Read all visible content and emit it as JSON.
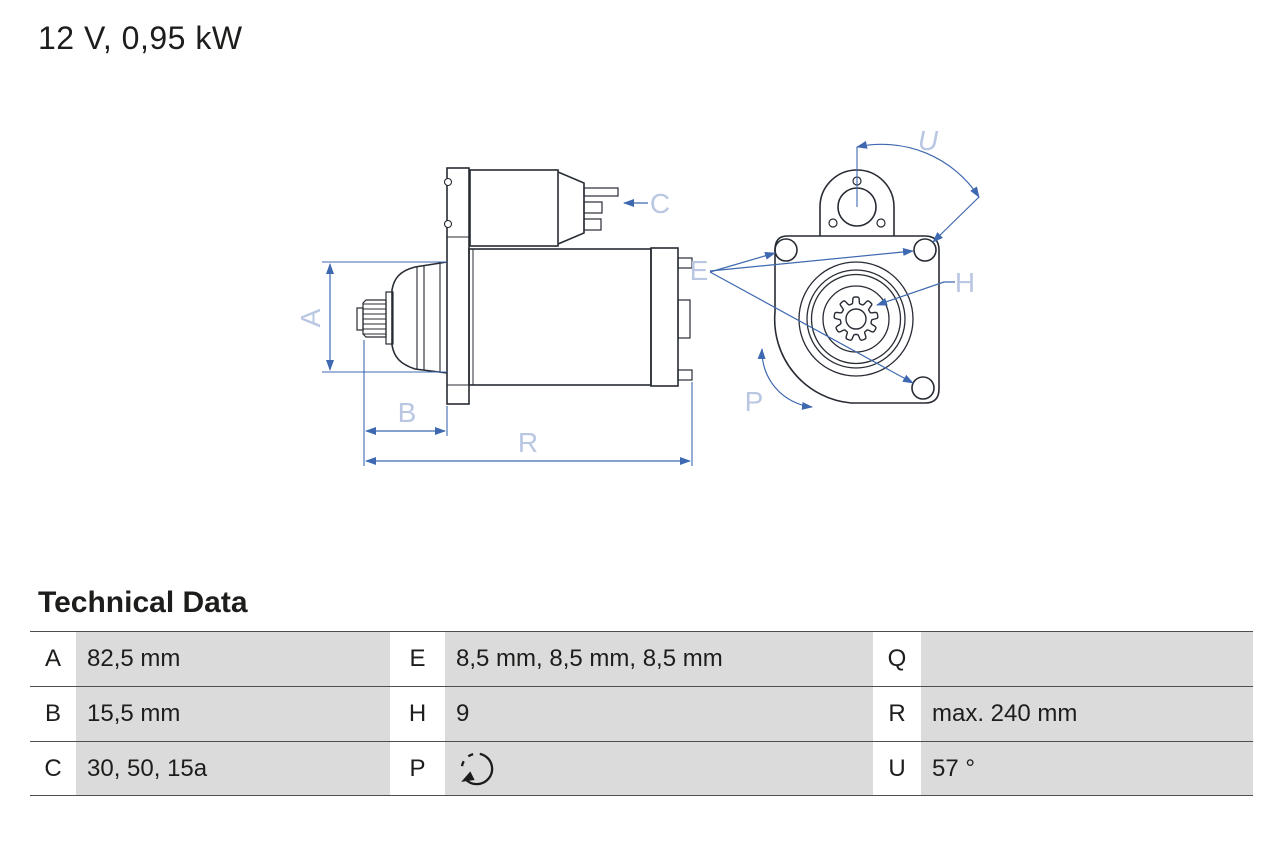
{
  "title": "12 V, 0,95 kW",
  "section": {
    "heading": "Technical Data"
  },
  "diagram": {
    "description": "starter-motor technical drawing, side view and mounting-flange front view",
    "labels": {
      "A": "A",
      "B": "B",
      "C": "C",
      "E": "E",
      "H": "H",
      "P": "P",
      "R": "R",
      "U": "U"
    },
    "pinion_teeth_count": 9,
    "colors": {
      "outline": "#272b33",
      "dimension_line": "#3e68b0",
      "dimension_label": "#b9c7e2"
    }
  },
  "table": {
    "rows": [
      {
        "l1": "A",
        "v1": "82,5 mm",
        "l2": "E",
        "v2": "8,5 mm, 8,5 mm, 8,5 mm",
        "l3": "Q",
        "v3": ""
      },
      {
        "l1": "B",
        "v1": "15,5 mm",
        "l2": "H",
        "v2": "9",
        "l3": "R",
        "v3": "max. 240 mm"
      },
      {
        "l1": "C",
        "v1": "30, 50, 15a",
        "l2": "P",
        "v2": "",
        "v2_icon": "rotation-ccw",
        "l3": "U",
        "v3": "57 °"
      }
    ]
  }
}
